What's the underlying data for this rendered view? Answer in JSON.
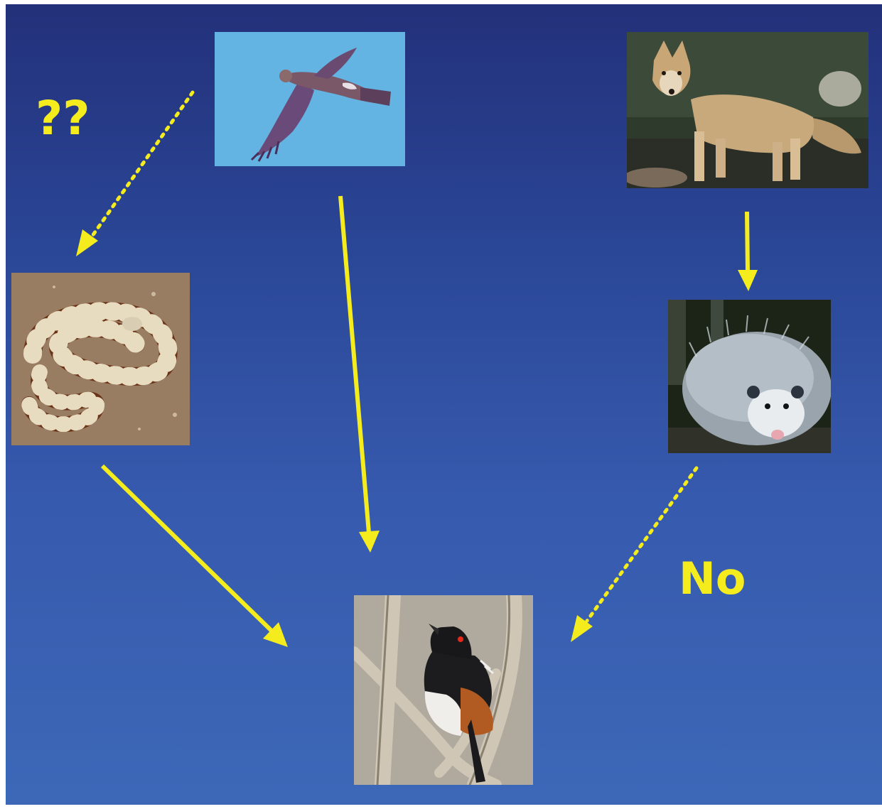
{
  "slide": {
    "background_top": "#23307a",
    "background_bottom": "#3d68b8",
    "arrow_color": "#f5ec1e"
  },
  "labels": {
    "unknown_relation": "??",
    "no_relation": "No"
  },
  "photos": {
    "hawk": "hawk-photo",
    "coyote": "coyote-photo",
    "snake": "kingsnake-photo",
    "opossum": "opossum-photo",
    "towhee": "towhee-photo"
  }
}
